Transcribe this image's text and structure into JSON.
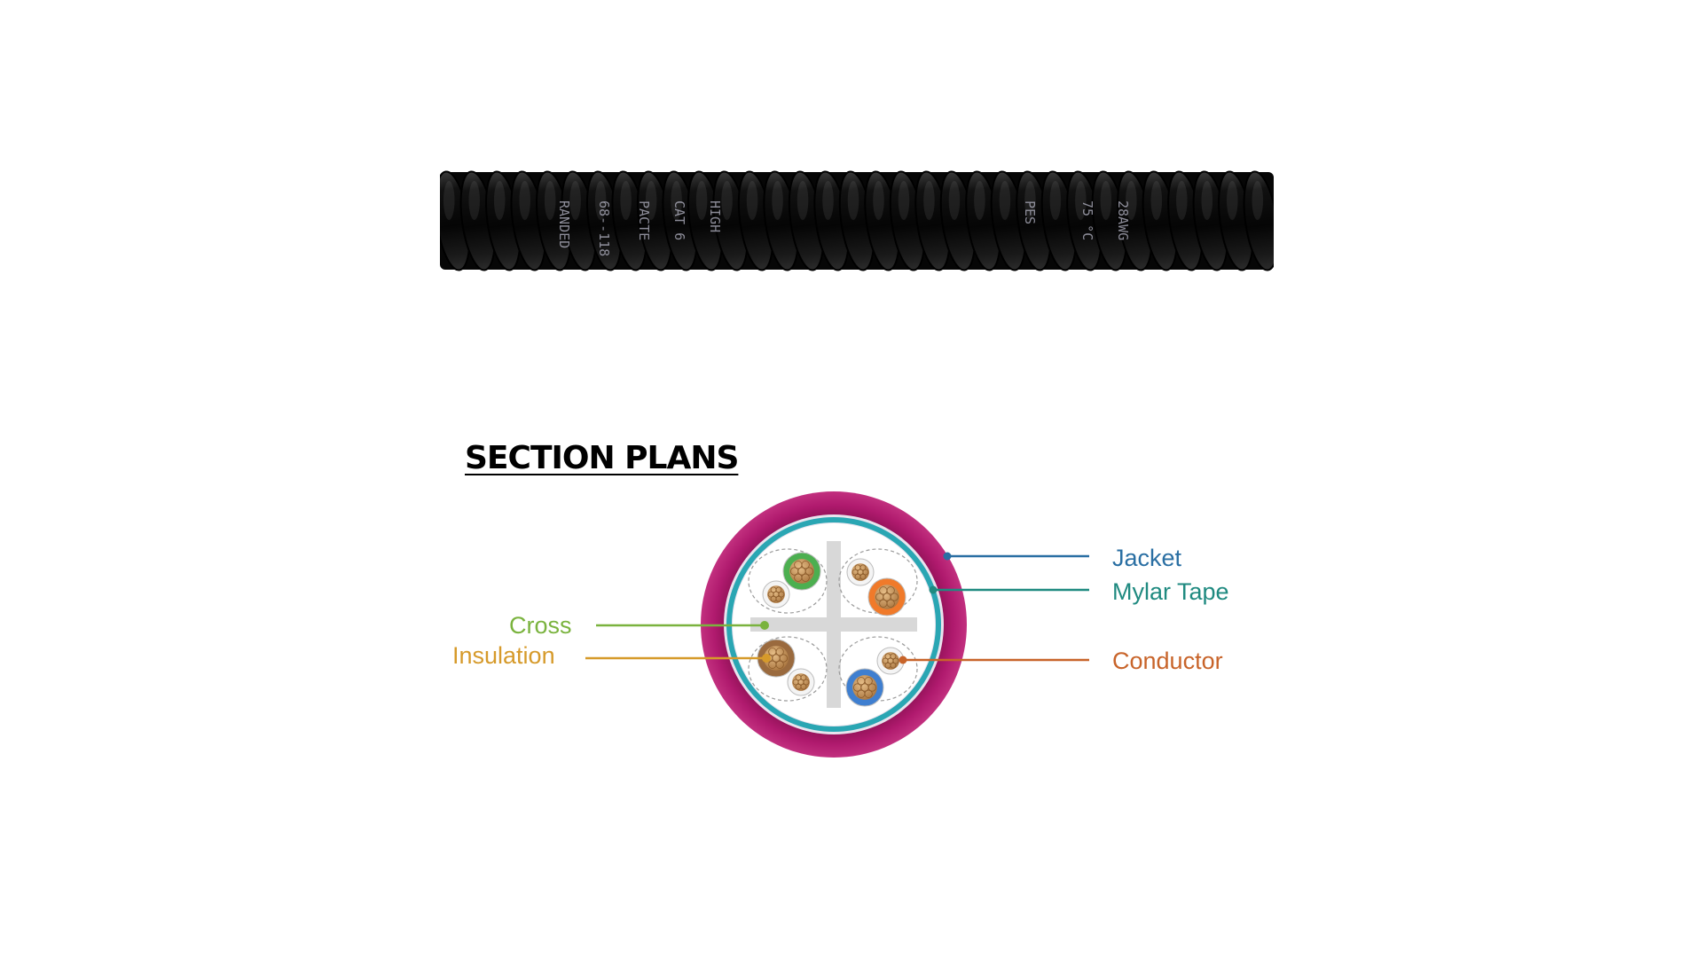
{
  "title": "SECTION PLANS",
  "labels": {
    "jacket": "Jacket",
    "mylar_tape": "Mylar Tape",
    "conductor": "Conductor",
    "cross": "Cross",
    "insulation": "Insulation"
  },
  "cable_print": {
    "texts": [
      "RANDED",
      "68--118",
      "PACTE",
      "CAT 6",
      "HIGH",
      "PES",
      "75 °C",
      "28AWG"
    ]
  },
  "colors": {
    "jacket": "#b01a6e",
    "jacket_label": "#2a6fa3",
    "mylar_tape": "#2aa6b3",
    "mylar_label": "#1f8a80",
    "cross": "#d8d8d8",
    "cross_label": "#7ab33e",
    "insulation_label": "#d69a2a",
    "conductor_label": "#c8642a",
    "conductor_core": "#c8955e",
    "pair_green": "#4caf50",
    "pair_orange": "#f07a2a",
    "pair_brown": "#9a6a3e",
    "pair_blue": "#3f7fd0"
  },
  "icons": {
    "cable_photo": "coiled-black-cable-photo",
    "cross_section": "cable-cross-section-diagram"
  }
}
